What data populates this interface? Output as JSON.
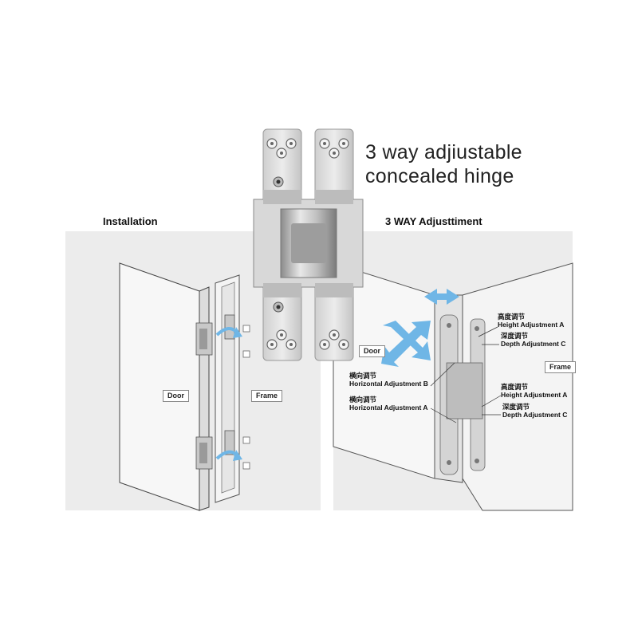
{
  "title": {
    "line1": "3 way adjiustable",
    "line2": "concealed hinge"
  },
  "installation": {
    "heading": "Installation",
    "door_label": "Door",
    "frame_label": "Frame"
  },
  "adjustment": {
    "heading": "3 WAY Adjusttiment",
    "door_label": "Door",
    "frame_label": "Frame",
    "callouts": {
      "height_a_top_cn": "高度调节",
      "height_a_top_en": "Height Adjustment A",
      "depth_c_top_cn": "深度调节",
      "depth_c_top_en": "Depth Adjustment C",
      "horizontal_b_cn": "横向调节",
      "horizontal_b_en": "Horizontal Adjustment B",
      "horizontal_a_cn": "横向调节",
      "horizontal_a_en": "Horizontal Adjustment A",
      "height_a_bottom_cn": "高度调节",
      "height_a_bottom_en": "Height Adjustment A",
      "depth_c_bottom_cn": "深度调节",
      "depth_c_bottom_en": "Depth Adjustment C"
    }
  },
  "colors": {
    "panel_bg": "#ececec",
    "metal_light": "#e2e2e2",
    "metal_mid": "#b8b8b8",
    "metal_dark": "#7d7d7d",
    "arrow_blue": "#6fb6e6"
  }
}
